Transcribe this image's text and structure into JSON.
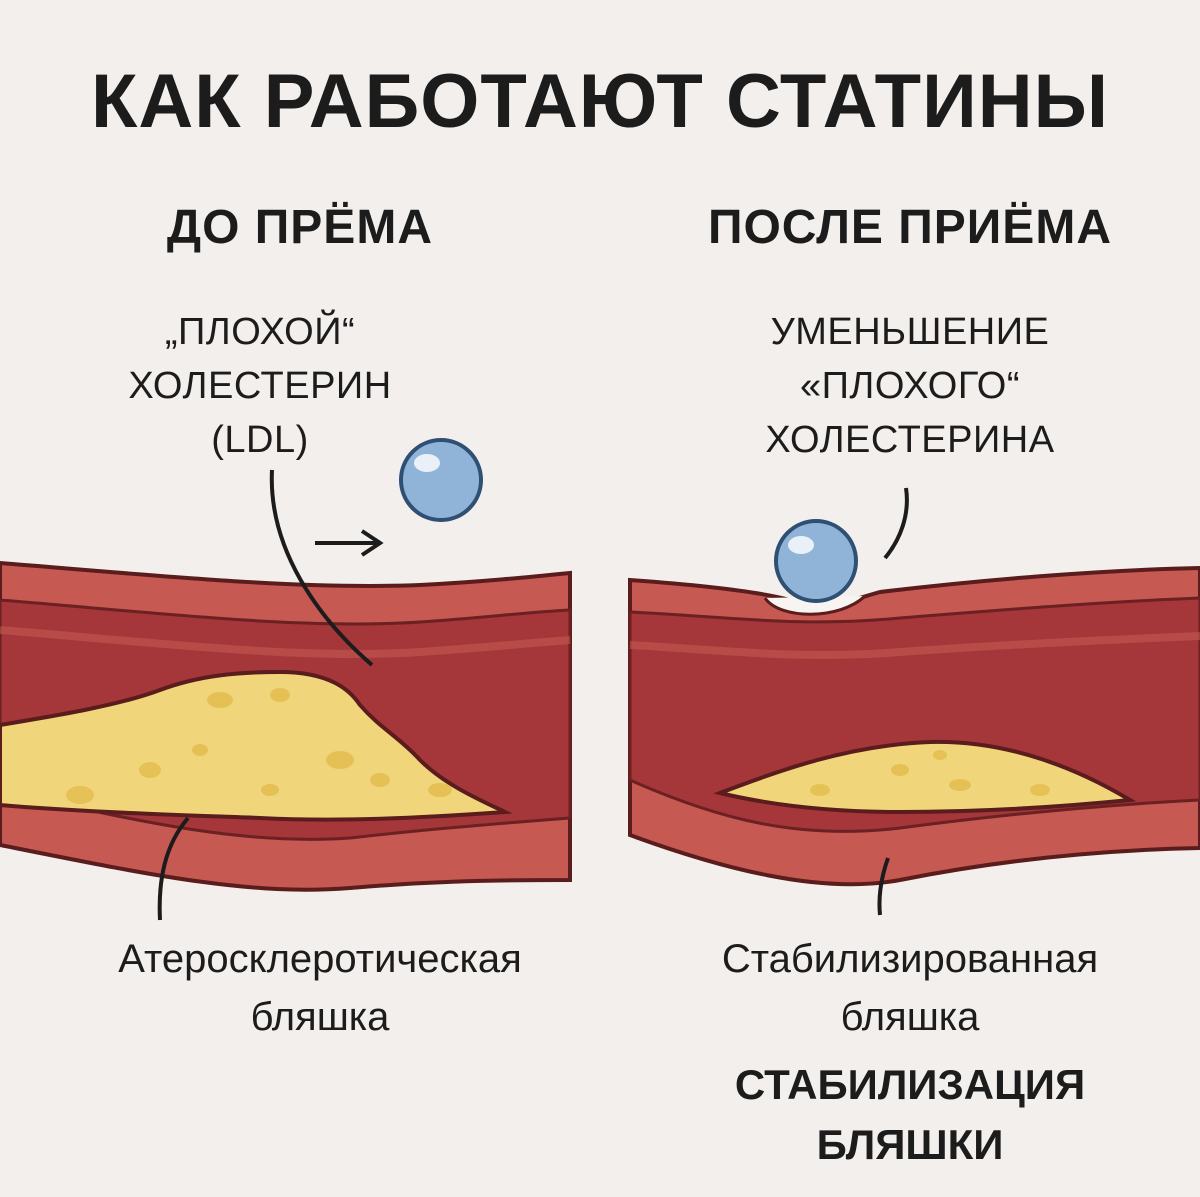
{
  "title": "КАК РАБОТАЮТ СТАТИНЫ",
  "before": {
    "heading": "ДО ПРЁМА",
    "ldl_label": [
      "„ПЛОХОЙ“",
      "ХОЛЕСТЕРИН",
      "(LDL)"
    ],
    "plaque_caption": [
      "Атеросклеротическая",
      "бляшка"
    ]
  },
  "after": {
    "heading": "ПОСЛЕ ПРИЁМА",
    "reduction_label": [
      "УМЕНЬШЕНИЕ",
      "«ПЛОХОГО“",
      "ХОЛЕСТЕРИНА"
    ],
    "plaque_caption": [
      "Стабилизированная",
      "бляшка"
    ],
    "result": [
      "СТАБИЛИЗАЦИЯ",
      "БЛЯШКИ"
    ]
  },
  "colors": {
    "background": "#f2efec",
    "vessel_outer": "#c65a52",
    "vessel_inner": "#a5363a",
    "vessel_stroke": "#5a1c1c",
    "plaque": "#f0d57a",
    "plaque_spots": "#e4bf52",
    "ldl_particle": "#8fb4d8",
    "ldl_stroke": "#2f4f73"
  },
  "icons": [
    "arrow-right-icon",
    "ldl-particle-icon"
  ]
}
